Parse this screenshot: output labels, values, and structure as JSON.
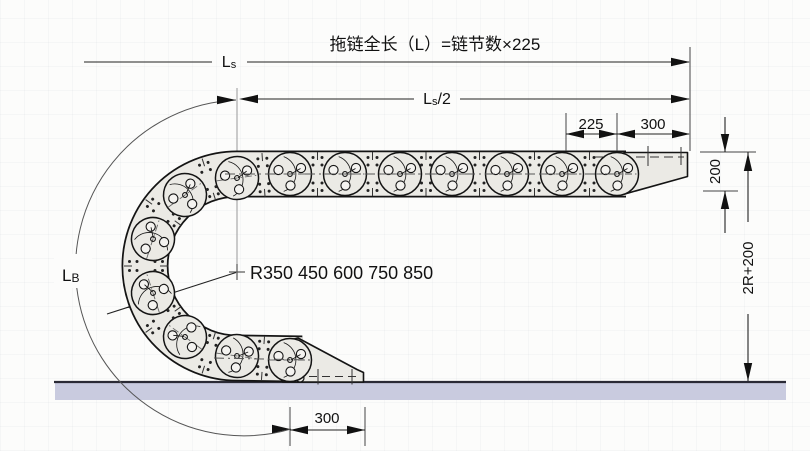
{
  "title": "拖链全长（L）=链节数×225",
  "dimensions": {
    "ls": {
      "main": "L",
      "sub": "s"
    },
    "ls_half": {
      "main": "L",
      "sub": "s",
      "suffix": "/2"
    },
    "lb": {
      "main": "L",
      "sub": "B"
    },
    "pitch": "225",
    "top_end_length": "300",
    "end_height": "200",
    "overall_height": "2R+200",
    "bottom_end_length": "300",
    "bend_radius_options": "R350 450 600 750 850"
  },
  "colors": {
    "ground": "#c9cbdf",
    "link_fill": "#ebeae5",
    "outline": "#141414"
  }
}
